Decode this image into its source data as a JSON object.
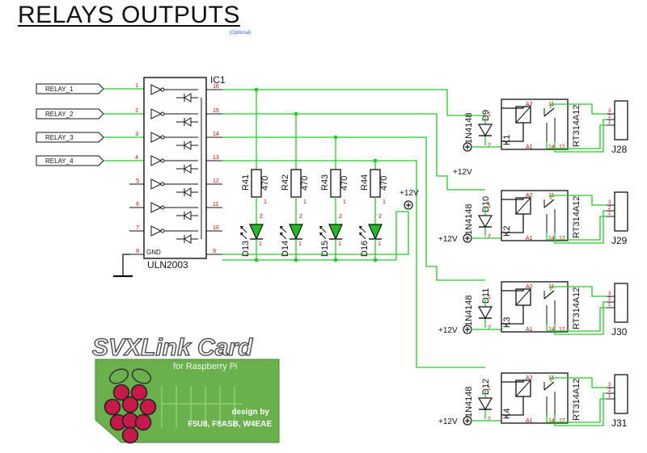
{
  "page": {
    "title": "RELAYS OUTPUTS",
    "optional_note": "(Optional)"
  },
  "colors": {
    "wire": "#22cc22",
    "wire_blue": "#6a6aff",
    "pin_number": "#dd0000",
    "outline": "#111111",
    "led_fill": "#22bb22",
    "logo_green": "#6ab04c",
    "logo_raspberry": "#c51a4a"
  },
  "inputs": [
    {
      "label": "RELAY_1",
      "pin": "1"
    },
    {
      "label": "RELAY_2",
      "pin": "2"
    },
    {
      "label": "RELAY_3",
      "pin": "3"
    },
    {
      "label": "RELAY_4",
      "pin": "4"
    }
  ],
  "ic": {
    "ref": "IC1",
    "part": "ULN2003",
    "gnd_label": "GND",
    "left_pins": [
      "1",
      "2",
      "3",
      "4",
      "5",
      "6",
      "7",
      "8"
    ],
    "right_pins": [
      "16",
      "15",
      "14",
      "13",
      "12",
      "11",
      "10",
      "9"
    ]
  },
  "resistors": [
    {
      "ref": "R41",
      "value": "470"
    },
    {
      "ref": "R42",
      "value": "470"
    },
    {
      "ref": "R43",
      "value": "470"
    },
    {
      "ref": "R44",
      "value": "470"
    }
  ],
  "leds": [
    {
      "ref": "D13"
    },
    {
      "ref": "D14"
    },
    {
      "ref": "D15"
    },
    {
      "ref": "D16"
    }
  ],
  "supply_label": "+12V",
  "relays": [
    {
      "ref": "K1",
      "part": "RT314A12",
      "diode": "D9",
      "diode_part": "1N4148",
      "connector": "J28"
    },
    {
      "ref": "K2",
      "part": "RT314A12",
      "diode": "D10",
      "diode_part": "1N4148",
      "connector": "J29"
    },
    {
      "ref": "K3",
      "part": "RT314A12",
      "diode": "D11",
      "diode_part": "1N4148",
      "connector": "J30"
    },
    {
      "ref": "K4",
      "part": "RT314A12",
      "diode": "D12",
      "diode_part": "1N4148",
      "connector": "J31"
    }
  ],
  "relay_pins": {
    "a1": "A1",
    "a2": "A2",
    "p11": "11",
    "p12": "12",
    "p14": "14"
  },
  "small_pins": {
    "one": "1",
    "two": "2",
    "three": "3"
  },
  "logo": {
    "title": "SVXLink Card",
    "subtitle": "for Raspberry Pi",
    "credit_line1": "design by",
    "credit_line2": "F5UII, F8ASB, W4EAE"
  }
}
